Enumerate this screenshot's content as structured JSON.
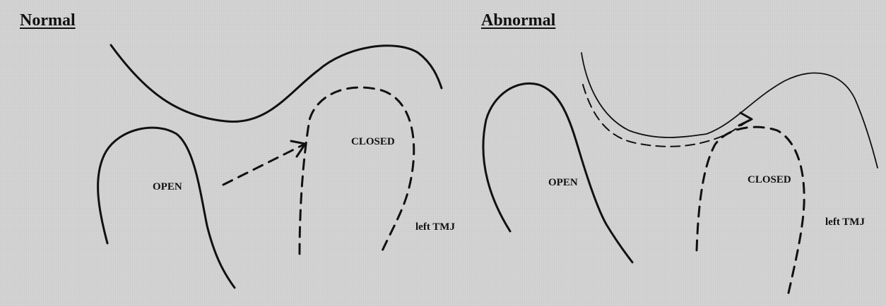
{
  "panels": {
    "normal": {
      "title": "Normal",
      "open_label": "OPEN",
      "closed_label": "CLOSED",
      "joint_label": "left TMJ"
    },
    "abnormal": {
      "title": "Abnormal",
      "open_label": "OPEN",
      "closed_label": "CLOSED",
      "joint_label": "left TMJ"
    }
  },
  "colors": {
    "background": "#d6d6d6",
    "ink": "#111111"
  }
}
